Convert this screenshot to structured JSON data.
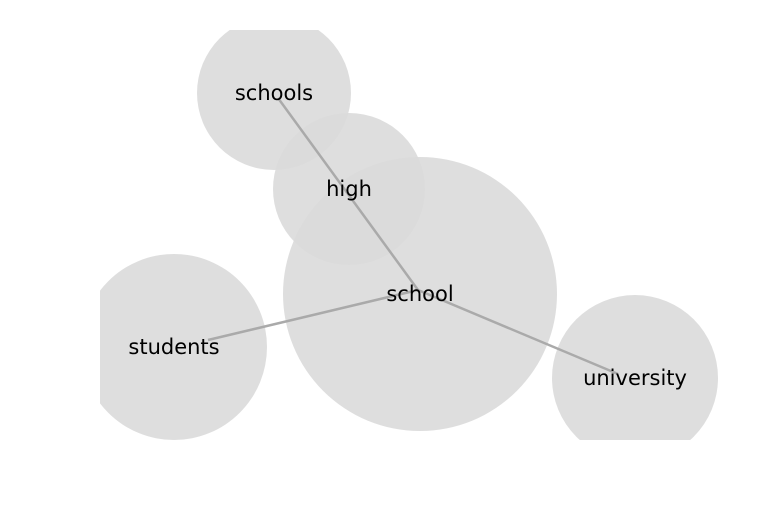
{
  "diagram": {
    "type": "word-bubble-network",
    "colors": {
      "bubble": "#dadada",
      "edge": "#aaaaaa",
      "text": "#000000"
    },
    "nodes": [
      {
        "id": "schools",
        "label": "schools"
      },
      {
        "id": "high",
        "label": "high"
      },
      {
        "id": "school",
        "label": "school"
      },
      {
        "id": "students",
        "label": "students"
      },
      {
        "id": "university",
        "label": "university"
      }
    ],
    "edges": [
      {
        "from": "schools",
        "to": "school"
      },
      {
        "from": "school",
        "to": "students"
      },
      {
        "from": "school",
        "to": "university"
      }
    ]
  }
}
